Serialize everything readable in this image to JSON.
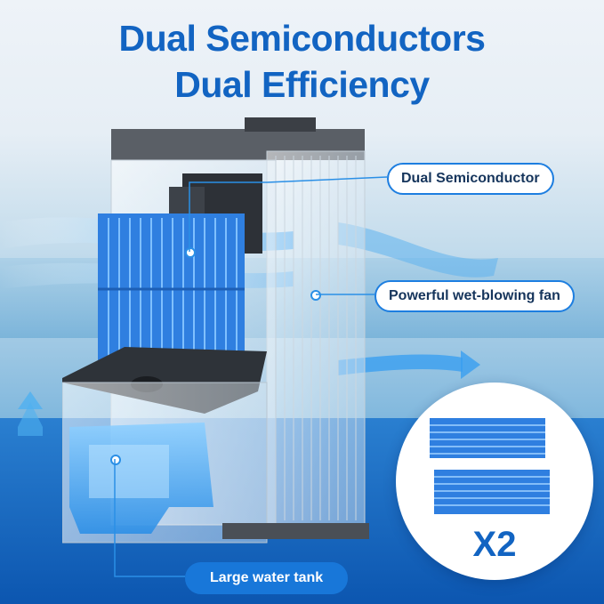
{
  "headline": {
    "line1": "Dual Semiconductors",
    "line2": "Dual Efficiency"
  },
  "callouts": {
    "semiconductor": "Dual Semiconductor",
    "fan": "Powerful wet-blowing fan",
    "tank": "Large water tank"
  },
  "multiplier": "X2",
  "colors": {
    "brand_blue": "#1264c2",
    "accent_blue": "#1d7ee0",
    "heatsink_blue": "#2f7fe0"
  }
}
